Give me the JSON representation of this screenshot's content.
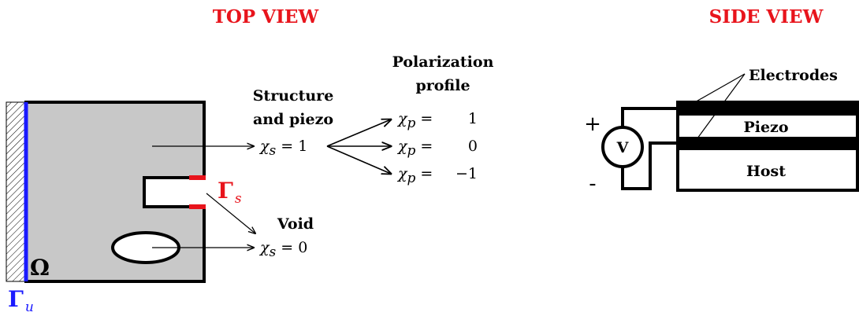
{
  "colors": {
    "accent_red": "#e8141c",
    "boundary_blue": "#1a1aff",
    "fill_gray": "#c8c8c8",
    "black": "#000000"
  },
  "top_view": {
    "title": "TOP VIEW",
    "domain_label": "Ω",
    "gamma_u": {
      "symbol": "Γ",
      "subscript": "u"
    },
    "gamma_s": {
      "symbol": "Γ",
      "subscript": "s"
    },
    "structure_label_line1": "Structure",
    "structure_label_line2": "and piezo",
    "chi_s_structure": {
      "symbol": "χ",
      "subscript": "s",
      "rest": " = 1"
    },
    "void_label": "Void",
    "chi_s_void": {
      "symbol": "χ",
      "subscript": "s",
      "rest": " = 0"
    },
    "polarization_title_line1": "Polarization",
    "polarization_title_line2": "profile",
    "polarization_values": [
      {
        "symbol": "χ",
        "subscript": "p",
        "eq": "=",
        "value": "1"
      },
      {
        "symbol": "χ",
        "subscript": "p",
        "eq": "=",
        "value": "0"
      },
      {
        "symbol": "χ",
        "subscript": "p",
        "eq": "=",
        "value": "−1"
      }
    ]
  },
  "side_view": {
    "title": "SIDE VIEW",
    "electrodes_label": "Electrodes",
    "piezo_label": "Piezo",
    "host_label": "Host",
    "voltage_label": "V",
    "plus_sign": "+",
    "minus_sign": "-"
  }
}
